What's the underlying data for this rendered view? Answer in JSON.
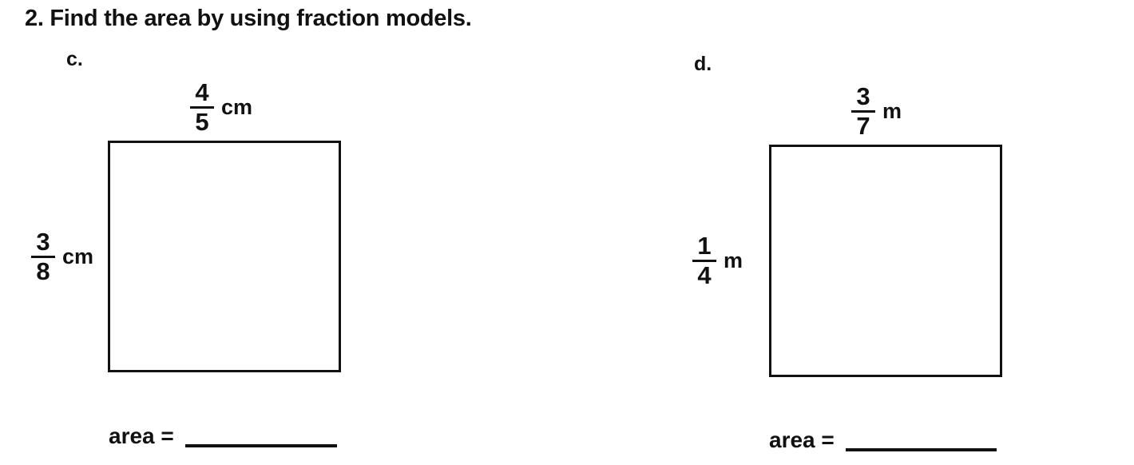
{
  "page": {
    "title": "2. Find the area by using fraction models.",
    "background_color": "#ffffff",
    "ink_color": "#111111"
  },
  "problems": [
    {
      "letter": "c.",
      "width_label": {
        "numerator": "4",
        "denominator": "5",
        "unit": "cm"
      },
      "height_label": {
        "numerator": "3",
        "denominator": "8",
        "unit": "cm"
      },
      "answer": {
        "label": "area =",
        "value": ""
      }
    },
    {
      "letter": "d.",
      "width_label": {
        "numerator": "3",
        "denominator": "7",
        "unit": "m"
      },
      "height_label": {
        "numerator": "1",
        "denominator": "4",
        "unit": "m"
      },
      "answer": {
        "label": "area =",
        "value": ""
      }
    }
  ]
}
